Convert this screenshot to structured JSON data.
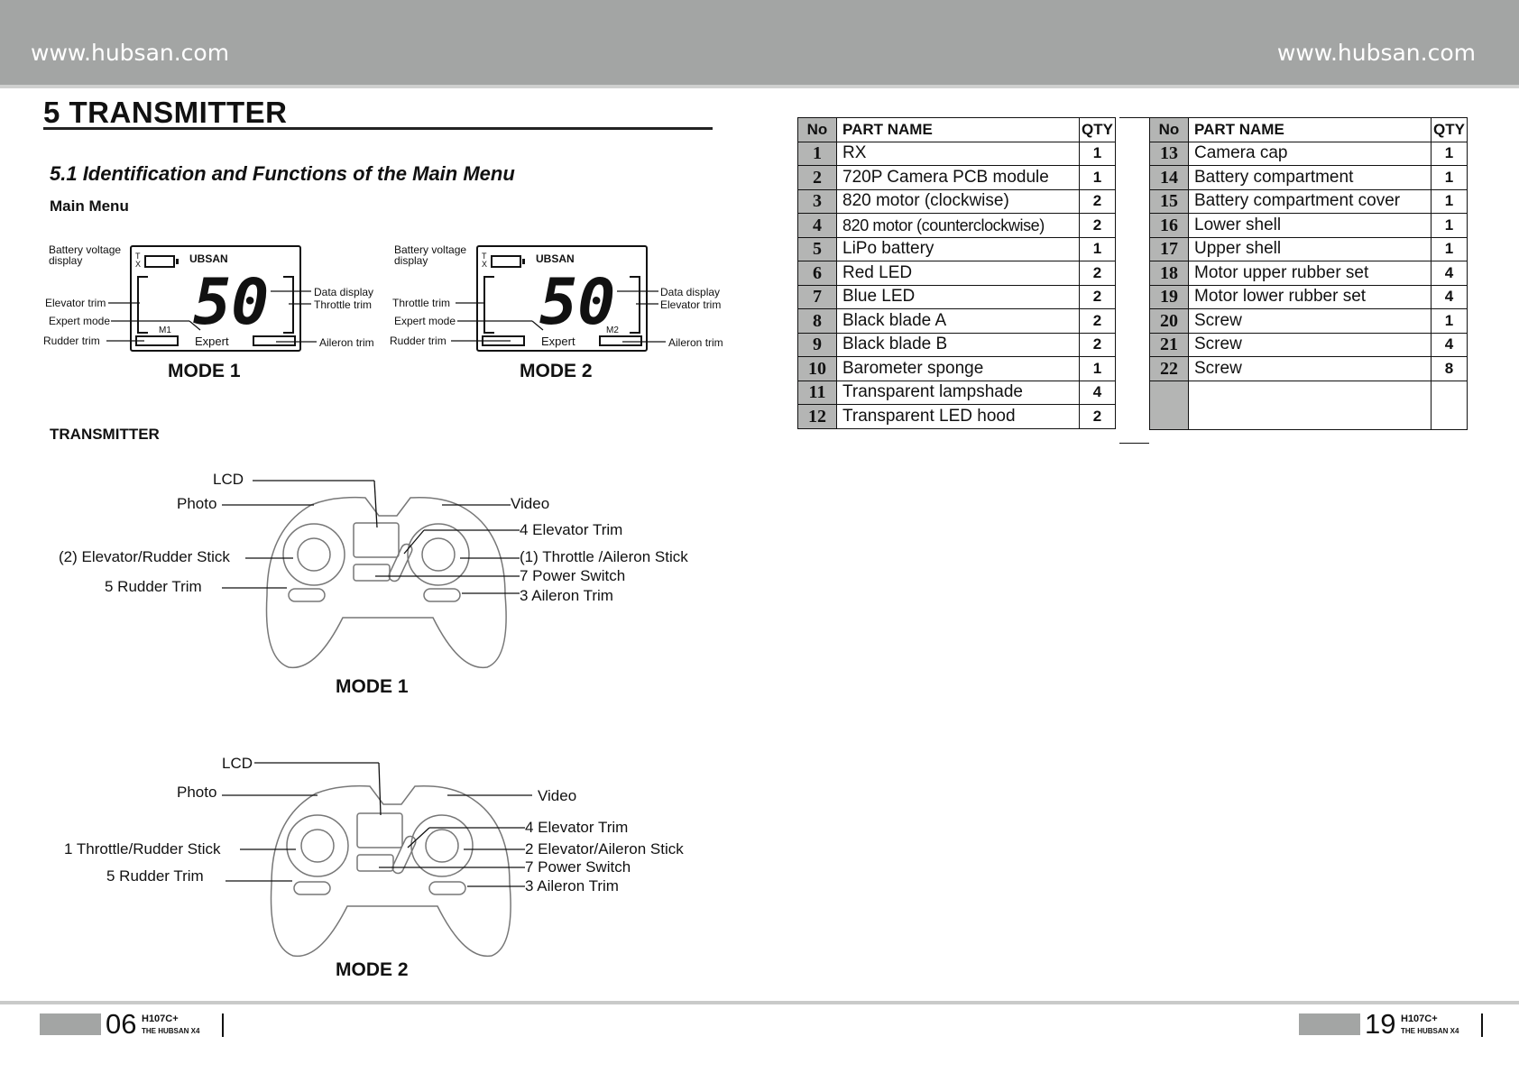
{
  "header": {
    "url_left": "www.hubsan.com",
    "url_right": "www.hubsan.com"
  },
  "section": {
    "title": "5 TRANSMITTER",
    "subtitle": "5.1 Identification and Functions of the Main Menu",
    "main_menu": "Main Menu",
    "transmitter_heading": "TRANSMITTER"
  },
  "lcd_mode1": {
    "caption": "MODE 1",
    "brand": "UBSAN",
    "digits": "50",
    "mode_tag": "M1",
    "expert": "Expert",
    "tx": "T X",
    "labels": {
      "battery": "Battery voltage display",
      "left_trim": "Elevator trim",
      "expert_mode": "Expert mode",
      "rudder": "Rudder trim",
      "data": "Data display",
      "right_trim": "Throttle trim",
      "aileron": "Aileron trim"
    }
  },
  "lcd_mode2": {
    "caption": "MODE 2",
    "brand": "UBSAN",
    "digits": "50",
    "mode_tag": "M2",
    "expert": "Expert",
    "tx": "T X",
    "labels": {
      "battery": "Battery voltage display",
      "left_trim": "Throttle trim",
      "expert_mode": "Expert mode",
      "rudder": "Rudder trim",
      "data": "Data display",
      "right_trim": "Elevator trim",
      "aileron": "Aileron trim"
    }
  },
  "transmitter_mode1": {
    "caption": "MODE 1",
    "lcd": "LCD",
    "photo": "Photo",
    "video": "Video",
    "left_stick": "(2) Elevator/Rudder Stick",
    "rudder_trim": "5 Rudder Trim",
    "elevator_trim": "4 Elevator Trim",
    "right_stick": "(1) Throttle /Aileron Stick",
    "power": "7 Power Switch",
    "aileron_trim": "3 Aileron Trim"
  },
  "transmitter_mode2": {
    "caption": "MODE 2",
    "lcd": "LCD",
    "photo": "Photo",
    "video": "Video",
    "left_stick": "1 Throttle/Rudder Stick",
    "rudder_trim": "5 Rudder Trim",
    "elevator_trim": "4 Elevator Trim",
    "right_stick": "2 Elevator/Aileron Stick",
    "power": "7 Power Switch",
    "aileron_trim": "3 Aileron Trim"
  },
  "parts_table": {
    "headers": {
      "no": "No",
      "name": "PART NAME",
      "qty": "QTY"
    },
    "left": [
      {
        "no": "1",
        "name": "RX",
        "qty": "1"
      },
      {
        "no": "2",
        "name": "720P Camera PCB module",
        "qty": "1"
      },
      {
        "no": "3",
        "name": "820 motor (clockwise)",
        "qty": "2"
      },
      {
        "no": "4",
        "name": "820 motor (counterclockwise)",
        "qty": "2"
      },
      {
        "no": "5",
        "name": "LiPo battery",
        "qty": "1"
      },
      {
        "no": "6",
        "name": "Red LED",
        "qty": "2"
      },
      {
        "no": "7",
        "name": "Blue LED",
        "qty": "2"
      },
      {
        "no": "8",
        "name": "Black blade A",
        "qty": "2"
      },
      {
        "no": "9",
        "name": "Black blade B",
        "qty": "2"
      },
      {
        "no": "10",
        "name": "Barometer sponge",
        "qty": "1"
      },
      {
        "no": "11",
        "name": "Transparent lampshade",
        "qty": "4"
      },
      {
        "no": "12",
        "name": "Transparent LED hood",
        "qty": "2"
      }
    ],
    "right": [
      {
        "no": "13",
        "name": "Camera cap",
        "qty": "1"
      },
      {
        "no": "14",
        "name": "Battery compartment",
        "qty": "1"
      },
      {
        "no": "15",
        "name": "Battery compartment cover",
        "qty": "1"
      },
      {
        "no": "16",
        "name": "Lower shell",
        "qty": "1"
      },
      {
        "no": "17",
        "name": "Upper shell",
        "qty": "1"
      },
      {
        "no": "18",
        "name": "Motor upper rubber set",
        "qty": "4"
      },
      {
        "no": "19",
        "name": "Motor lower rubber set",
        "qty": "4"
      },
      {
        "no": "20",
        "name": "Screw",
        "qty": "1"
      },
      {
        "no": "21",
        "name": "Screw",
        "qty": "4"
      },
      {
        "no": "22",
        "name": "Screw",
        "qty": "8"
      }
    ]
  },
  "footer": {
    "left_page": "06",
    "right_page": "19",
    "model": "H107C+",
    "subtitle": "THE HUBSAN X4"
  }
}
